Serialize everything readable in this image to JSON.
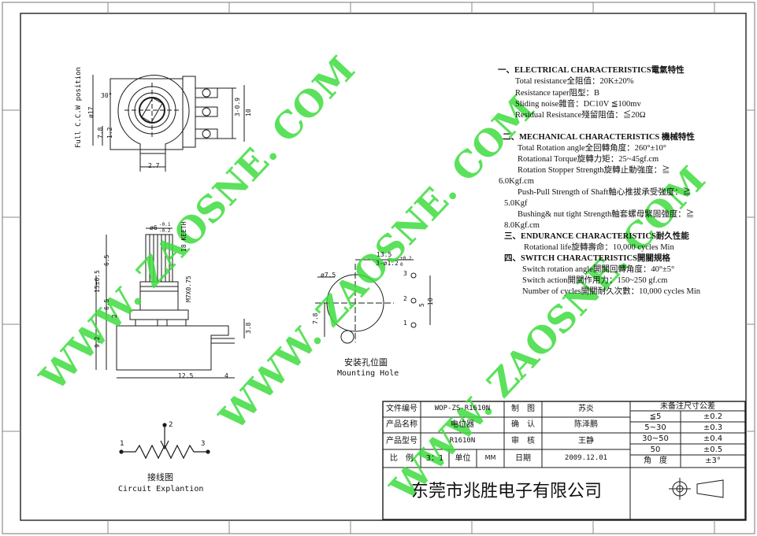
{
  "characteristics": {
    "electrical": {
      "heading": "一、ELECTRICAL CHARACTERISTICS電氣特性",
      "items": [
        "Total resistance全阻值：20K±20%",
        "Resistance taper阻型：B",
        "Sliding noise雜音：DC10V ≦100mv",
        "Residual Resistance殘留阻值：≦20Ω"
      ]
    },
    "mechanical": {
      "heading": "二、MECHANICAL CHARACTERISTICS 機械特性",
      "items": [
        "Total Rotation angle全回轉角度：260°±10°",
        "Rotational Torque旋轉力矩：25~45gf.cm",
        "Rotation Stopper Strength旋轉止動強度：≧",
        "6.0Kgf.cm",
        "Push-Pull Strength of Shaft軸心推拔承受強度：≧",
        "5.0Kgf",
        "Bushing& nut tight Strength軸套螺母緊固強度：≧",
        "8.0Kgf.cm"
      ]
    },
    "endurance": {
      "heading": "三、ENDURANCE CHARACTERISTICS耐久性能",
      "items": [
        "Rotational life旋轉壽命：10,000 cycles Min"
      ]
    },
    "switch": {
      "heading": "四、SWITCH CHARACTERISTICS開關規格",
      "items": [
        "Switch rotation angle開關回轉角度：40°±5°",
        "Switch action開關作用力：150~250 gf.cm",
        "Number of cycles開關耐久次數：10,000 cycles Min"
      ]
    }
  },
  "top_view": {
    "rotated_label": "Full C.C.W position",
    "angle": "30°",
    "dims": [
      "ø17",
      "7.8",
      "1.2",
      "2.7",
      "3-0.9",
      "10"
    ]
  },
  "side_view": {
    "dims": [
      "ø6",
      "-0.1",
      "-0.2",
      "18 KEETH",
      "6.5",
      "15±0.5",
      "M7X0.75",
      "6.5",
      "2",
      "9.2",
      "3.8",
      "12.5",
      "4"
    ]
  },
  "mounting_hole": {
    "dims": [
      "13.5",
      "3-ø1.2",
      "+0.2",
      "0",
      "ø7.5",
      "3",
      "2",
      "1",
      "5",
      "10",
      "7.8"
    ],
    "label_cn": "安装孔位圖",
    "label_en": "Mounting Hole"
  },
  "circuit": {
    "pins": [
      "1",
      "2",
      "3"
    ],
    "label_cn": "接线图",
    "label_en": "Circuit Explantion"
  },
  "title_block": {
    "rows": [
      [
        "文件编号",
        "WOP-ZS-R1610N",
        "制　图",
        "苏炎"
      ],
      [
        "产品名称",
        "电位器",
        "确　认",
        "陈泽鹏"
      ],
      [
        "产品型号",
        "R1610N",
        "审　核",
        "王静"
      ]
    ],
    "scale_label": "比　例",
    "scale_value": "3：1",
    "unit_label": "单位",
    "unit_value": "MM",
    "date_label": "日期",
    "date_value": "2009.12.01",
    "company": "东莞市兆胜电子有限公司",
    "tolerance_header": "未备注尺寸公差",
    "tolerance": [
      [
        "≦5",
        "±0.2"
      ],
      [
        "5~30",
        "±0.3"
      ],
      [
        "30~50",
        "±0.4"
      ],
      [
        "50",
        "±0.5"
      ],
      [
        "角　度",
        "±3°"
      ]
    ]
  },
  "watermark": "WWW. ZAOSNE. COM",
  "colors": {
    "line": "#1a1a1a",
    "watermark": "#3fdc3f",
    "border": "#555555"
  }
}
